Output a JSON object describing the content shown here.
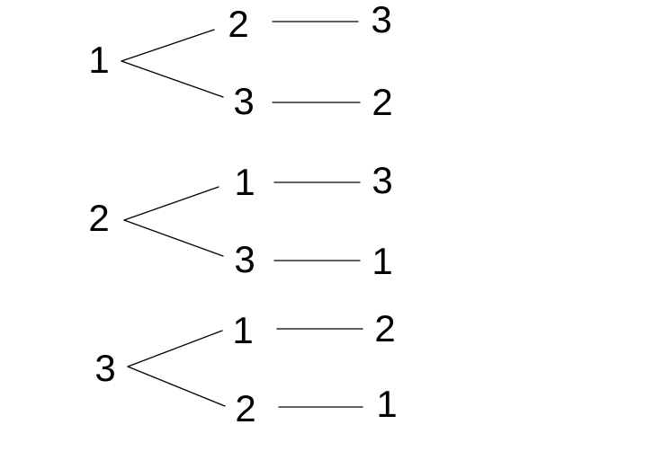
{
  "diagram": {
    "type": "permutation-tree",
    "colors": {
      "background": "#ffffff",
      "ink": "#000000"
    },
    "trees": [
      {
        "root": "1",
        "branches": [
          {
            "second": "2",
            "third": "3"
          },
          {
            "second": "3",
            "third": "2"
          }
        ]
      },
      {
        "root": "2",
        "branches": [
          {
            "second": "1",
            "third": "3"
          },
          {
            "second": "3",
            "third": "1"
          }
        ]
      },
      {
        "root": "3",
        "branches": [
          {
            "second": "1",
            "third": "2"
          },
          {
            "second": "2",
            "third": "1"
          }
        ]
      }
    ]
  }
}
